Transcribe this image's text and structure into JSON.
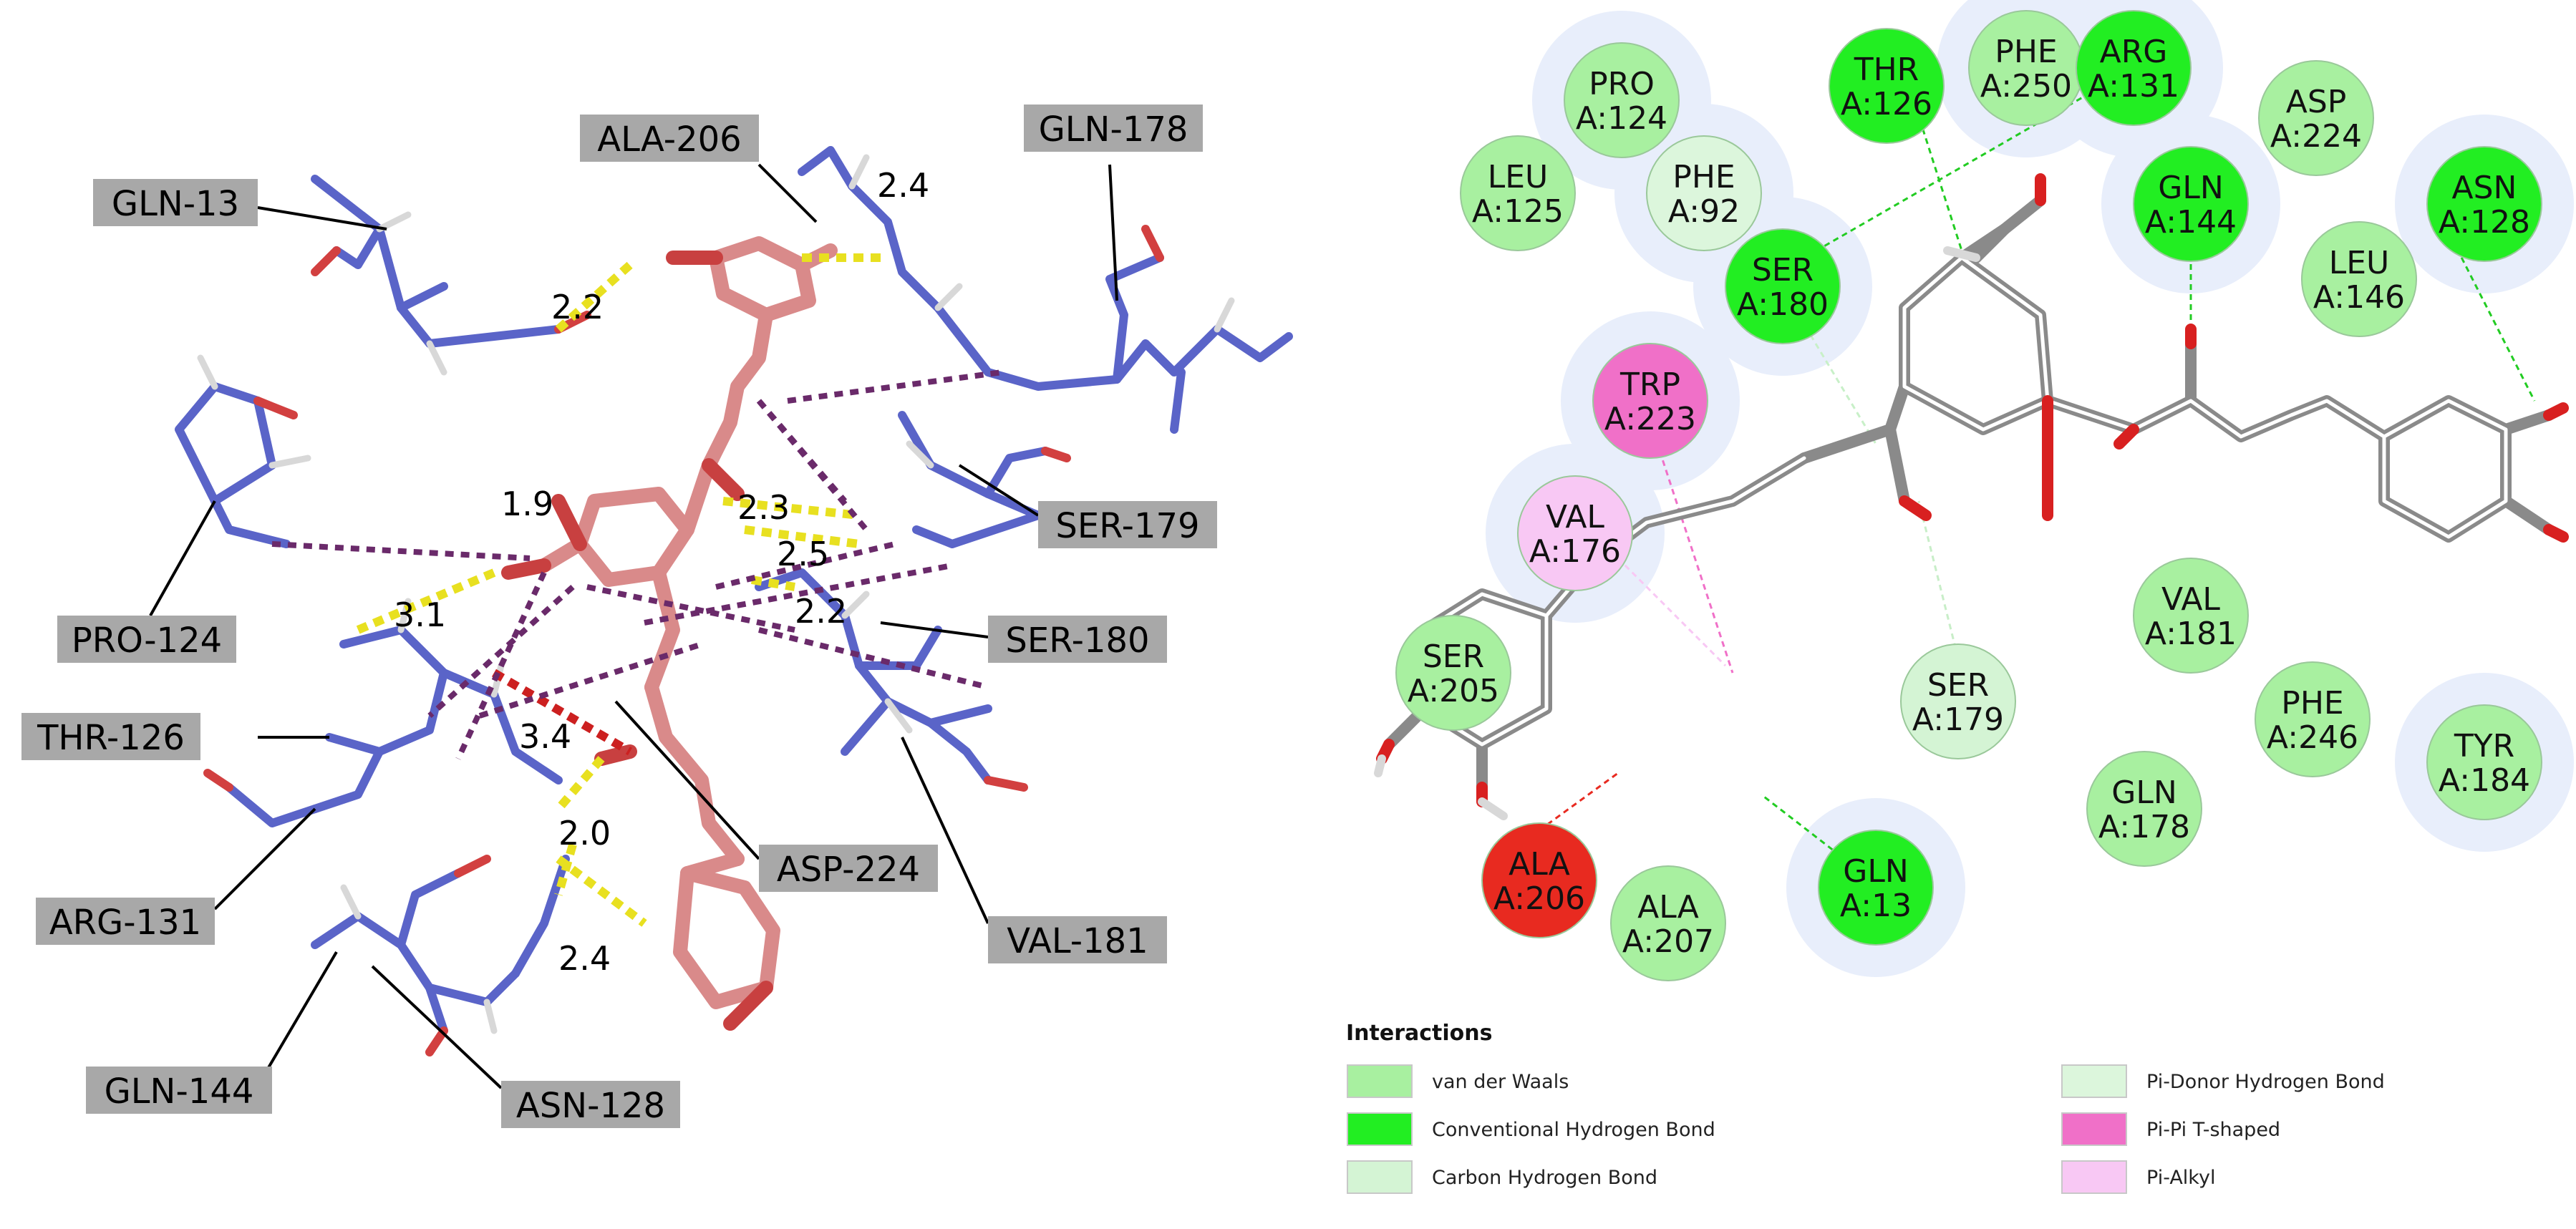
{
  "left_panel": {
    "residue_labels": [
      "ALA-206",
      "GLN-178",
      "GLN-13",
      "SER-179",
      "PRO-124",
      "SER-180",
      "THR-126",
      "ARG-131",
      "ASP-224",
      "VAL-181",
      "GLN-144",
      "ASN-128"
    ],
    "distance_labels": [
      "2.4",
      "2.2",
      "1.9",
      "2.3",
      "2.5",
      "3.1",
      "2.2",
      "3.4",
      "2.0",
      "2.4"
    ],
    "colors": {
      "protein": "#5a64c8",
      "ligand": "#d98a8a",
      "label_box": "#a8a8a8",
      "hbond": "#e8e020",
      "other_contact": "#6a2a6a"
    }
  },
  "right_panel": {
    "residues": [
      {
        "name": "PRO",
        "chain": "A:124",
        "type": "van der Waals"
      },
      {
        "name": "LEU",
        "chain": "A:125",
        "type": "van der Waals"
      },
      {
        "name": "PHE",
        "chain": "A:92",
        "type": "Pi-Donor Hydrogen Bond"
      },
      {
        "name": "THR",
        "chain": "A:126",
        "type": "Conventional Hydrogen Bond"
      },
      {
        "name": "PHE",
        "chain": "A:250",
        "type": "van der Waals"
      },
      {
        "name": "ARG",
        "chain": "A:131",
        "type": "Conventional Hydrogen Bond"
      },
      {
        "name": "ASP",
        "chain": "A:224",
        "type": "van der Waals"
      },
      {
        "name": "ASN",
        "chain": "A:128",
        "type": "Conventional Hydrogen Bond"
      },
      {
        "name": "GLN",
        "chain": "A:144",
        "type": "Conventional Hydrogen Bond"
      },
      {
        "name": "LEU",
        "chain": "A:146",
        "type": "van der Waals"
      },
      {
        "name": "SER",
        "chain": "A:180",
        "type": "Conventional Hydrogen Bond"
      },
      {
        "name": "TRP",
        "chain": "A:223",
        "type": "Pi-Pi T-shaped"
      },
      {
        "name": "VAL",
        "chain": "A:176",
        "type": "Pi-Alkyl"
      },
      {
        "name": "VAL",
        "chain": "A:181",
        "type": "van der Waals"
      },
      {
        "name": "SER",
        "chain": "A:205",
        "type": "van der Waals"
      },
      {
        "name": "SER",
        "chain": "A:179",
        "type": "Carbon Hydrogen Bond"
      },
      {
        "name": "PHE",
        "chain": "A:246",
        "type": "van der Waals"
      },
      {
        "name": "TYR",
        "chain": "A:184",
        "type": "van der Waals"
      },
      {
        "name": "GLN",
        "chain": "A:178",
        "type": "van der Waals"
      },
      {
        "name": "ALA",
        "chain": "A:206",
        "type": "Unfavorable"
      },
      {
        "name": "ALA",
        "chain": "A:207",
        "type": "van der Waals"
      },
      {
        "name": "GLN",
        "chain": "A:13",
        "type": "Conventional Hydrogen Bond"
      }
    ],
    "legend": {
      "title": "Interactions",
      "items": [
        {
          "label": "van der Waals",
          "color": "#a8f0a0"
        },
        {
          "label": "Conventional Hydrogen Bond",
          "color": "#22ee22"
        },
        {
          "label": "Carbon Hydrogen Bond",
          "color": "#d4f4d4"
        },
        {
          "label": "Pi-Donor Hydrogen Bond",
          "color": "#dcf6dc"
        },
        {
          "label": "Pi-Pi T-shaped",
          "color": "#f070c8"
        },
        {
          "label": "Pi-Alkyl",
          "color": "#f8c8f4"
        }
      ]
    },
    "colors": {
      "unfavorable": "#e82a20",
      "bond_gray": "#8a8a8a",
      "oxygen": "#d82020",
      "halo": "#e8eefb"
    }
  }
}
